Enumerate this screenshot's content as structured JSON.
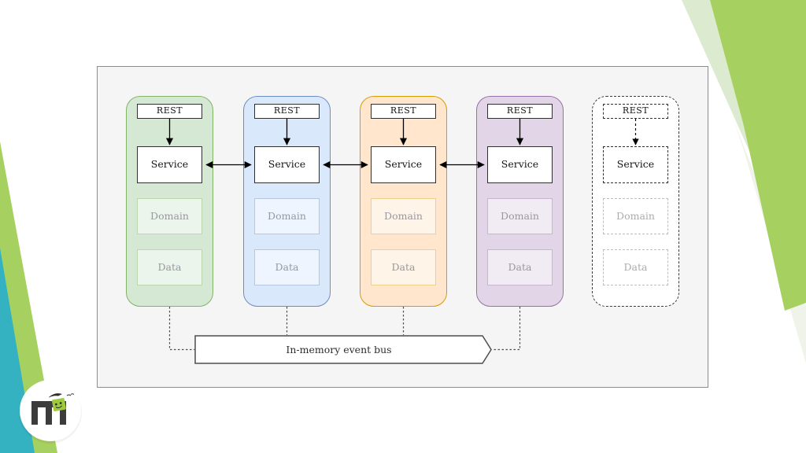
{
  "slide": {
    "background_color": "#ffffff",
    "panel": {
      "fill": "#f5f5f5",
      "border_color": "#8d8d8d"
    }
  },
  "diagram": {
    "columns": [
      {
        "id": "service-column-1",
        "variant": "green",
        "fill": "#d5e8d4",
        "border_color": "#82b366",
        "rest": "REST",
        "service": "Service",
        "domain": "Domain",
        "data": "Data"
      },
      {
        "id": "service-column-2",
        "variant": "blue",
        "fill": "#dae8fc",
        "border_color": "#6c8ebf",
        "rest": "REST",
        "service": "Service",
        "domain": "Domain",
        "data": "Data"
      },
      {
        "id": "service-column-3",
        "variant": "orange",
        "fill": "#ffe6cc",
        "border_color": "#d79b00",
        "rest": "REST",
        "service": "Service",
        "domain": "Domain",
        "data": "Data"
      },
      {
        "id": "service-column-4",
        "variant": "purple",
        "fill": "#e1d5e7",
        "border_color": "#9673a6",
        "rest": "REST",
        "service": "Service",
        "domain": "Domain",
        "data": "Data"
      },
      {
        "id": "service-column-planned",
        "variant": "dashed",
        "fill": "#ffffff",
        "border_color": "#3a3a3a",
        "rest": "REST",
        "service": "Service",
        "domain": "Domain",
        "data": "Data"
      }
    ],
    "event_bus": {
      "label": "In-memory event bus",
      "fill": "#ffffff",
      "border_color": "#4d4d4d"
    }
  },
  "decorations": {
    "teal": "#35b2c1",
    "lime_green": "#a6d05f",
    "pale_green": "#dcead0"
  },
  "logo": {
    "monogram": "m",
    "accent_color": "#9ecb3d",
    "glyph_color": "#3c3c3c"
  }
}
